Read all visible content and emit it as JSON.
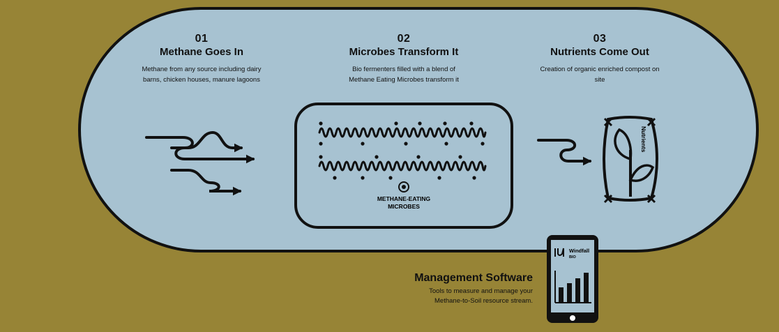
{
  "steps": [
    {
      "num": "01",
      "title": "Methane Goes In",
      "desc_line1": "Methane from any source including dairy",
      "desc_line2": "barns, chicken houses, manure lagoons"
    },
    {
      "num": "02",
      "title": "Microbes Transform It",
      "desc_line1": "Bio fermenters filled with a blend of",
      "desc_line2": "Methane Eating Microbes transform it"
    },
    {
      "num": "03",
      "title": "Nutrients Come Out",
      "desc_line1": "Creation of organic enriched compost on",
      "desc_line2": "site"
    }
  ],
  "microbes_label_line1": "METHANE-EATING",
  "microbes_label_line2": "MICROBES",
  "bag_label": "Nutrients",
  "management": {
    "title": "Management Software",
    "desc_line1": "Tools to measure and manage your",
    "desc_line2": "Methane-to-Soil resource stream."
  },
  "device": {
    "brand": "Windfall",
    "brand_sub": "BIO"
  },
  "colors": {
    "background": "#978436",
    "pill": "#a7c2d1",
    "ink": "#111111"
  }
}
